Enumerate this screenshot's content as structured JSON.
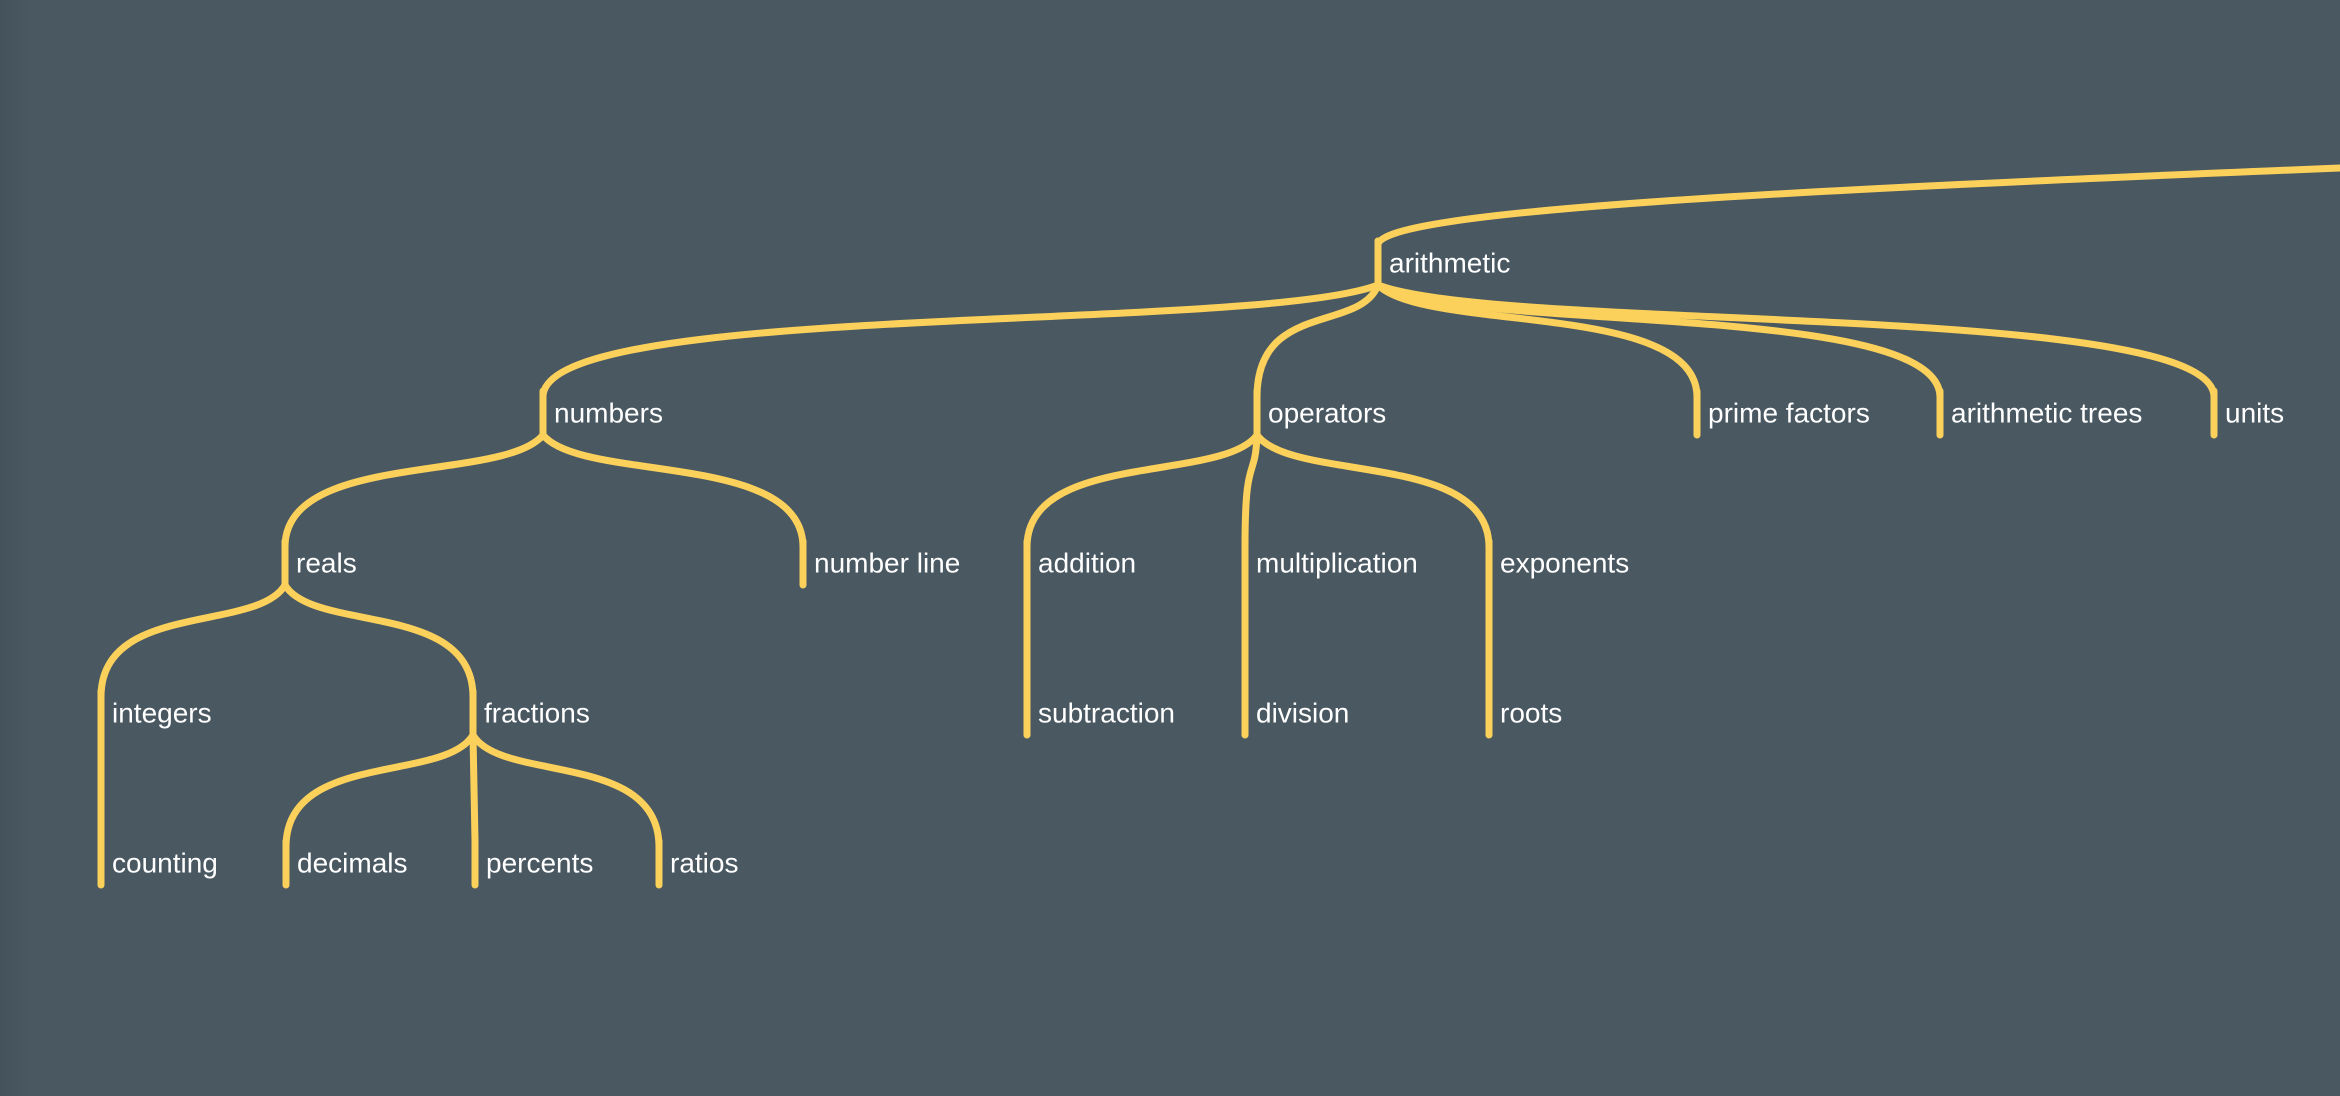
{
  "colors": {
    "background": "#4a5862",
    "branch": "#fbd15b",
    "label": "#ffffff"
  },
  "tree": {
    "nodes": [
      {
        "id": "arithmetic",
        "label": "arithmetic"
      },
      {
        "id": "numbers",
        "label": "numbers"
      },
      {
        "id": "operators",
        "label": "operators"
      },
      {
        "id": "prime-factors",
        "label": "prime factors"
      },
      {
        "id": "arithmetic-trees",
        "label": "arithmetic trees"
      },
      {
        "id": "units",
        "label": "units"
      },
      {
        "id": "reals",
        "label": "reals"
      },
      {
        "id": "number-line",
        "label": "number line"
      },
      {
        "id": "addition",
        "label": "addition"
      },
      {
        "id": "multiplication",
        "label": "multiplication"
      },
      {
        "id": "exponents",
        "label": "exponents"
      },
      {
        "id": "integers",
        "label": "integers"
      },
      {
        "id": "fractions",
        "label": "fractions"
      },
      {
        "id": "subtraction",
        "label": "subtraction"
      },
      {
        "id": "division",
        "label": "division"
      },
      {
        "id": "roots",
        "label": "roots"
      },
      {
        "id": "counting",
        "label": "counting"
      },
      {
        "id": "decimals",
        "label": "decimals"
      },
      {
        "id": "percents",
        "label": "percents"
      },
      {
        "id": "ratios",
        "label": "ratios"
      }
    ],
    "edges": [
      {
        "from": "arithmetic",
        "to": "numbers"
      },
      {
        "from": "arithmetic",
        "to": "operators"
      },
      {
        "from": "arithmetic",
        "to": "prime-factors"
      },
      {
        "from": "arithmetic",
        "to": "arithmetic-trees"
      },
      {
        "from": "arithmetic",
        "to": "units"
      },
      {
        "from": "numbers",
        "to": "reals"
      },
      {
        "from": "numbers",
        "to": "number-line"
      },
      {
        "from": "operators",
        "to": "addition"
      },
      {
        "from": "operators",
        "to": "multiplication"
      },
      {
        "from": "operators",
        "to": "exponents"
      },
      {
        "from": "reals",
        "to": "integers"
      },
      {
        "from": "reals",
        "to": "fractions"
      },
      {
        "from": "addition",
        "to": "subtraction"
      },
      {
        "from": "multiplication",
        "to": "division"
      },
      {
        "from": "exponents",
        "to": "roots"
      },
      {
        "from": "integers",
        "to": "counting"
      },
      {
        "from": "fractions",
        "to": "decimals"
      },
      {
        "from": "fractions",
        "to": "percents"
      },
      {
        "from": "fractions",
        "to": "ratios"
      }
    ]
  }
}
